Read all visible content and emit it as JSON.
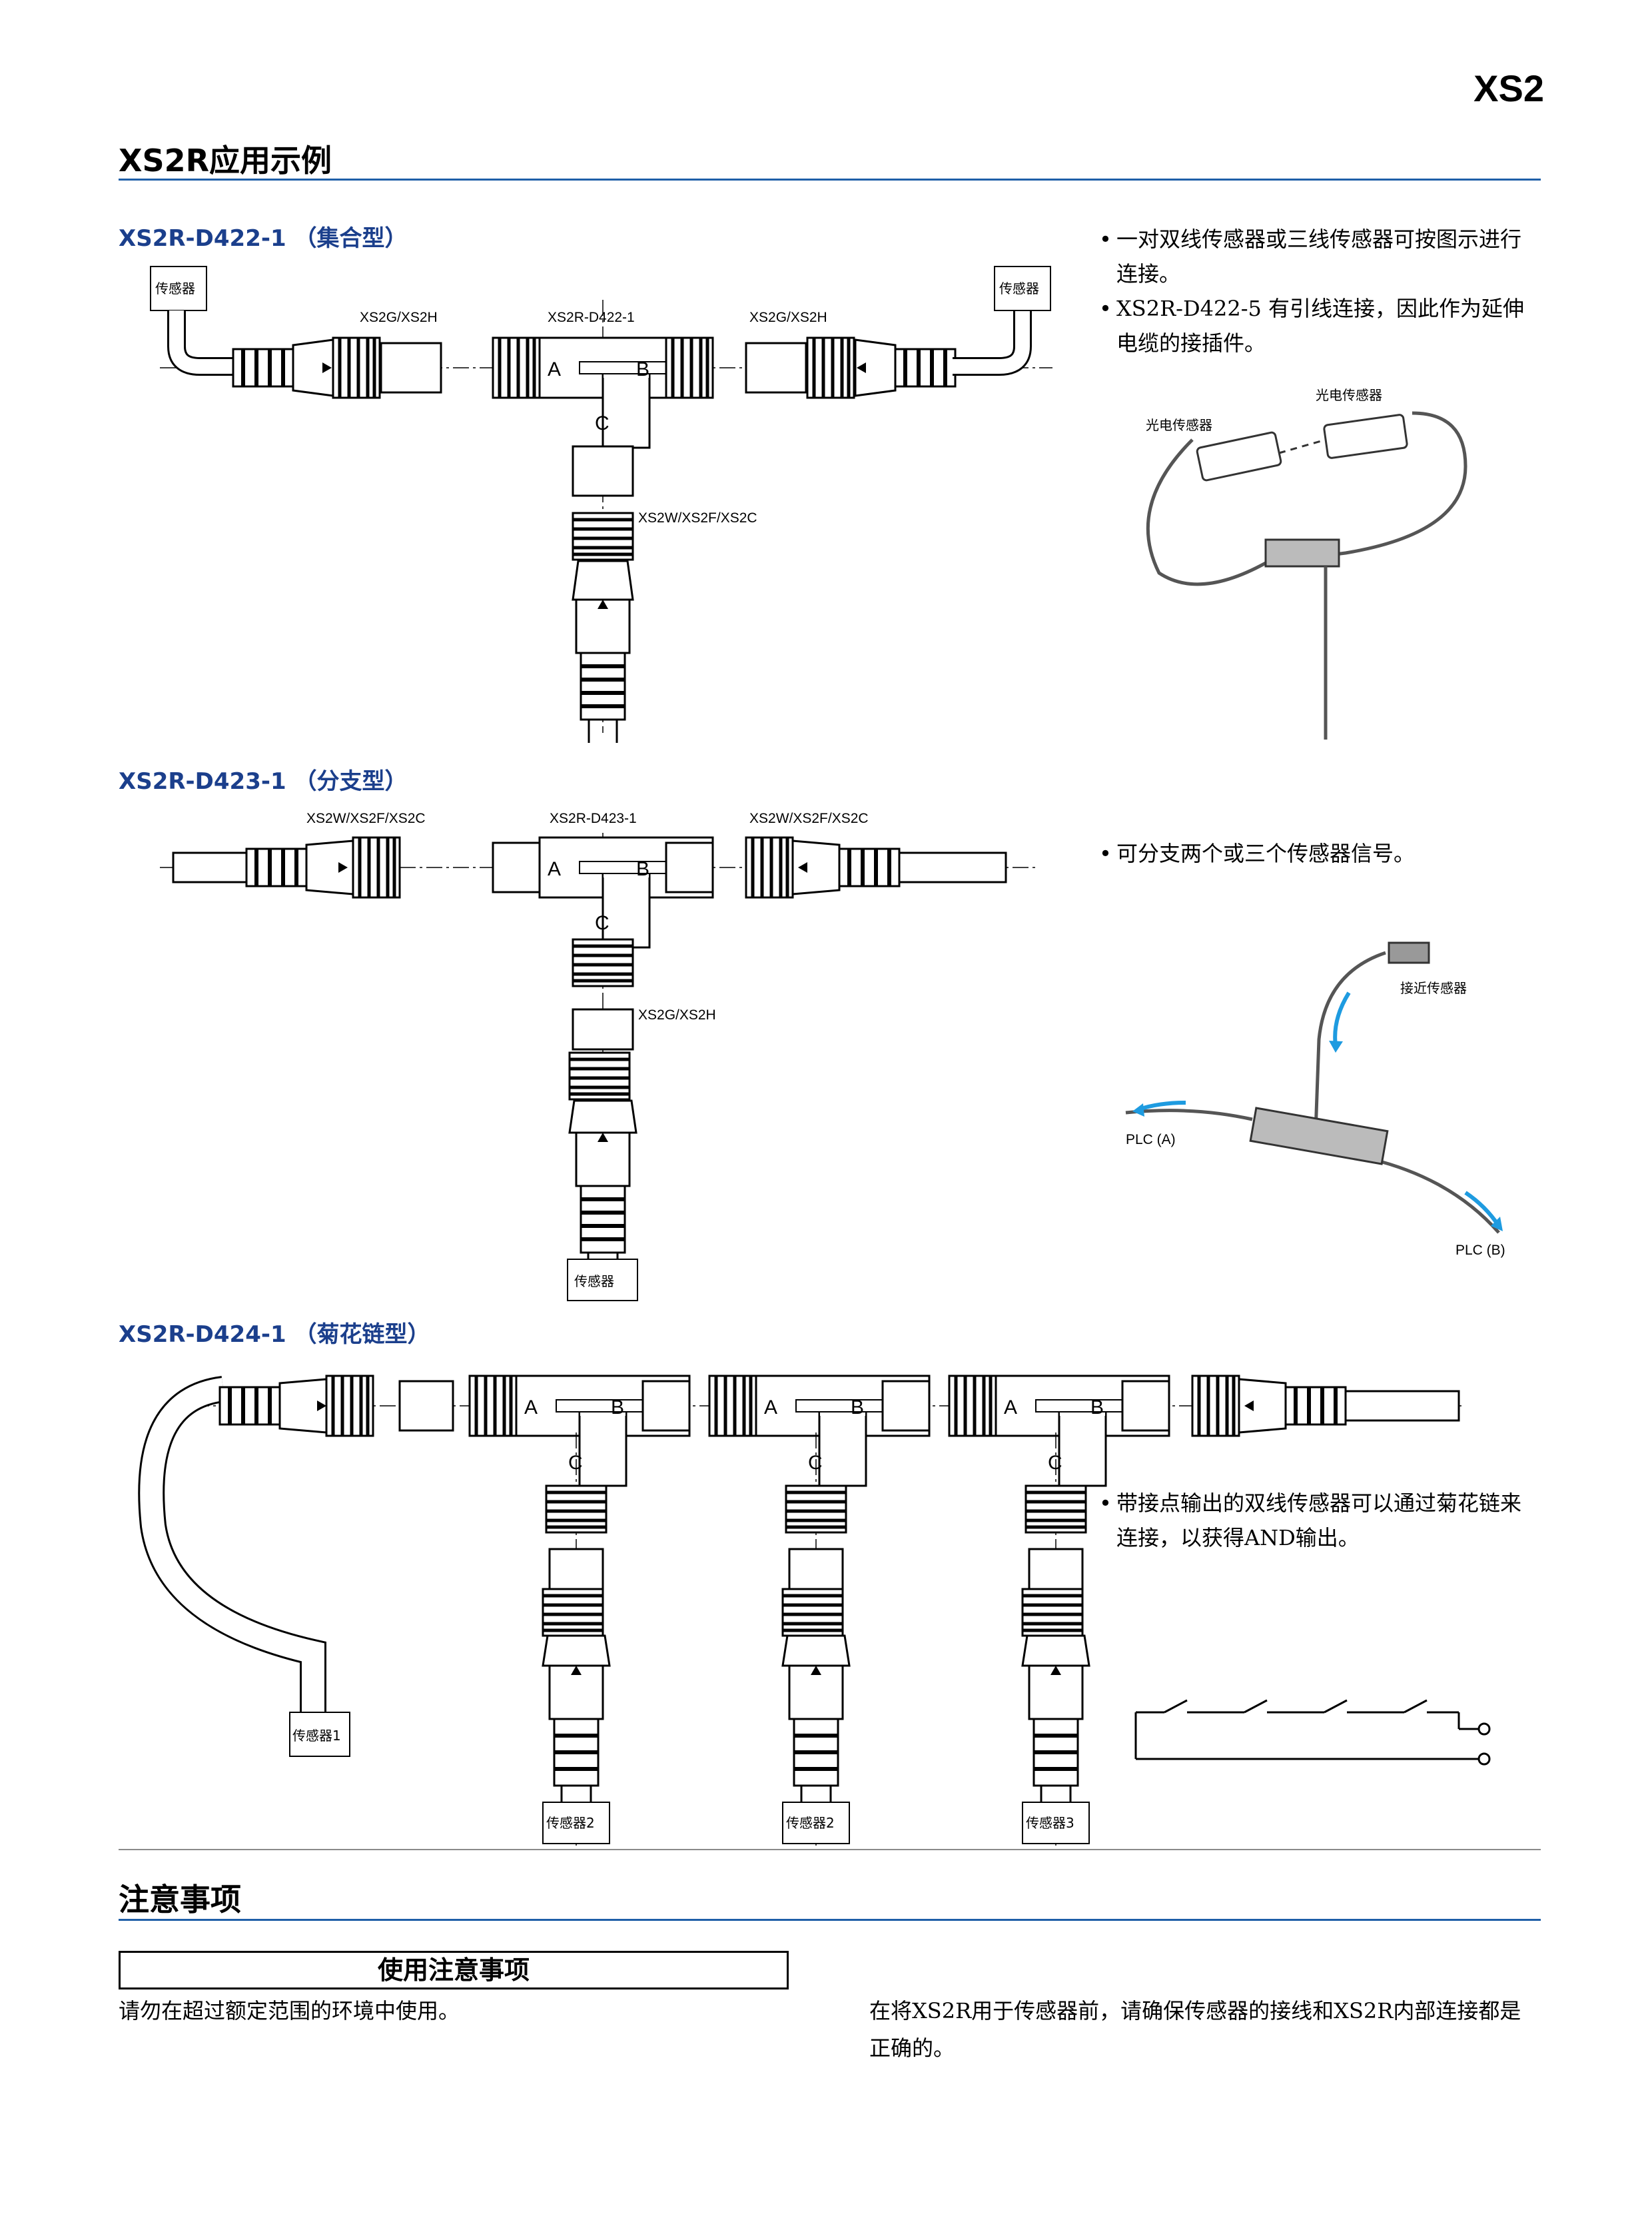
{
  "header": {
    "product_code": "XS2"
  },
  "section1": {
    "title": "XS2R应用示例",
    "d422": {
      "title": "XS2R-D422-1 （集合型）",
      "labels": {
        "left_conn": "XS2G/XS2H",
        "center": "XS2R-D422-1",
        "right_conn": "XS2G/XS2H",
        "bottom_conn": "XS2W/XS2F/XS2C",
        "sensor_left": "传感器",
        "sensor_right": "传感器",
        "a": "A",
        "b": "B",
        "c": "C"
      },
      "notes": [
        "一对双线传感器或三线传感器可按图示进行连接。",
        "XS2R-D422-5 有引线连接，因此作为延伸电缆的接插件。"
      ],
      "photo_labels": {
        "sensor1": "光电传感器",
        "sensor2": "光电传感器"
      }
    },
    "d423": {
      "title": "XS2R-D423-1 （分支型）",
      "labels": {
        "left_conn": "XS2W/XS2F/XS2C",
        "center": "XS2R-D423-1",
        "right_conn": "XS2W/XS2F/XS2C",
        "bottom_conn": "XS2G/XS2H",
        "sensor": "传感器",
        "a": "A",
        "b": "B",
        "c": "C"
      },
      "notes": [
        "可分支两个或三个传感器信号。"
      ],
      "photo_labels": {
        "proximity": "接近传感器",
        "plc_a": "PLC (A)",
        "plc_b": "PLC (B)"
      }
    },
    "d424": {
      "title": "XS2R-D424-1 （菊花链型）",
      "labels": {
        "sensor1": "传感器1",
        "sensor2a": "传感器2",
        "sensor2b": "传感器2",
        "sensor3": "传感器3",
        "a": "A",
        "b": "B",
        "c": "C"
      },
      "notes": [
        "带接点输出的双线传感器可以通过菊花链来连接，以获得AND输出。"
      ]
    }
  },
  "section2": {
    "title": "注意事项",
    "box_title": "使用注意事项",
    "left_text": "请勿在超过额定范围的环境中使用。",
    "right_text": "在将XS2R用于传感器前，请确保传感器的接线和XS2R内部连接都是正确的。"
  },
  "colors": {
    "accent_blue": "#1b3f8c",
    "rule_blue": "#1f5fa8",
    "arrow_blue": "#1e9be0"
  }
}
